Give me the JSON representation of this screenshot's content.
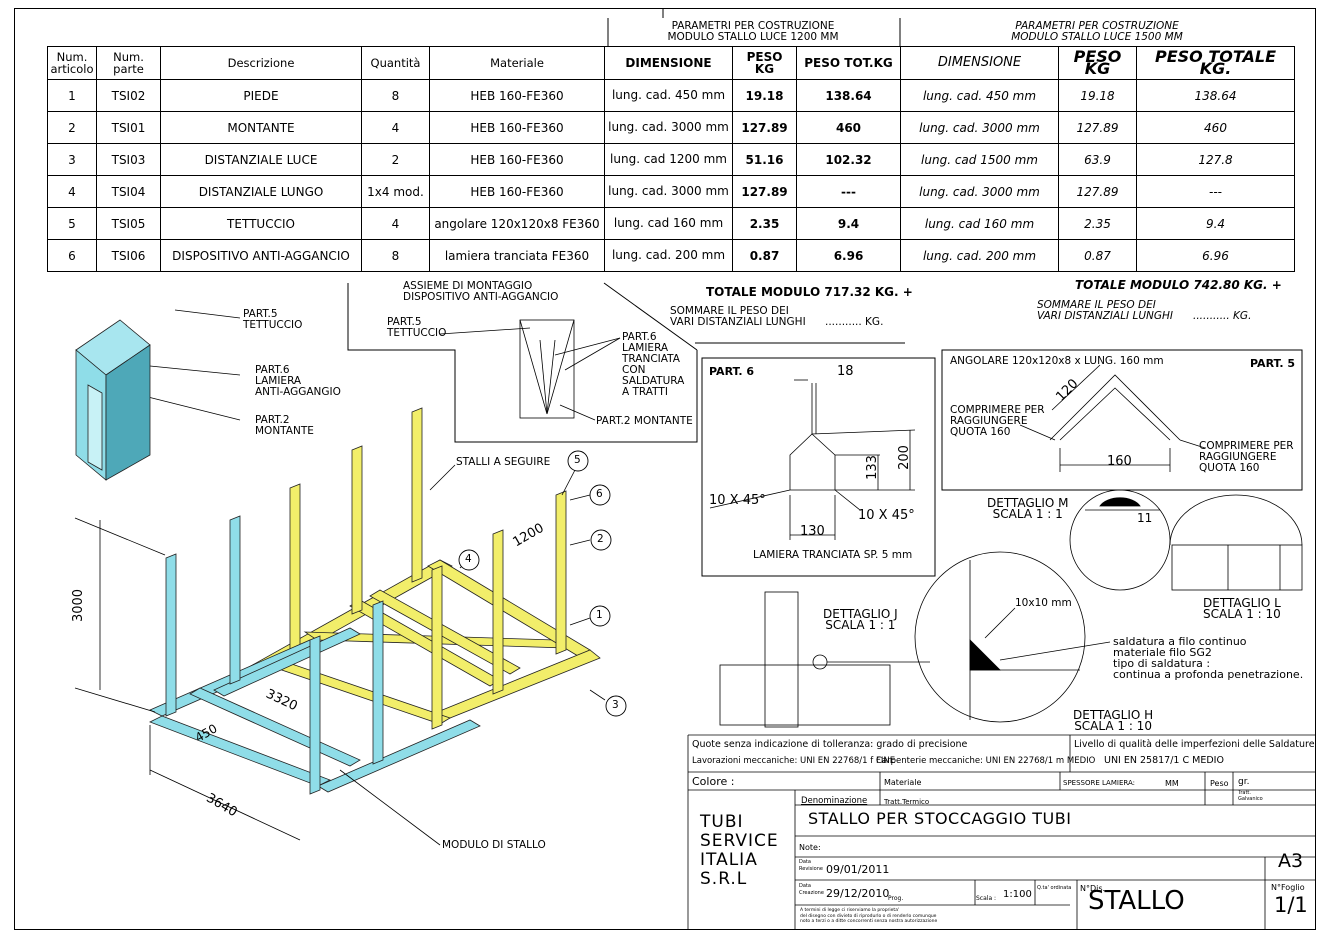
{
  "headers": {
    "left_line1": "PARAMETRI PER COSTRUZIONE",
    "left_line2": "MODULO STALLO LUCE 1200 MM",
    "right_line1": "PARAMETRI PER COSTRUZIONE",
    "right_line2": "MODULO STALLO LUCE 1500 MM"
  },
  "table": {
    "columns": [
      "Num. articolo",
      "Num. parte",
      "Descrizione",
      "Quantità",
      "Materiale",
      "DIMENSIONE",
      "PESO KG",
      "PESO TOT.KG",
      "DIMENSIONE",
      "PESO KG",
      "PESO TOTALE KG."
    ],
    "rows": [
      {
        "num": "1",
        "part": "TSI02",
        "desc": "PIEDE",
        "qty": "8",
        "mat": "HEB 160-FE360",
        "dim1": "lung. cad. 450 mm",
        "peso1": "19.18",
        "tot1": "138.64",
        "dim2": "lung. cad. 450 mm",
        "peso2": "19.18",
        "tot2": "138.64"
      },
      {
        "num": "2",
        "part": "TSI01",
        "desc": "MONTANTE",
        "qty": "4",
        "mat": "HEB 160-FE360",
        "dim1": "lung. cad. 3000 mm",
        "peso1": "127.89",
        "tot1": "460",
        "dim2": "lung. cad. 3000 mm",
        "peso2": "127.89",
        "tot2": "460"
      },
      {
        "num": "3",
        "part": "TSI03",
        "desc": "DISTANZIALE LUCE",
        "qty": "2",
        "mat": "HEB 160-FE360",
        "dim1": "lung. cad 1200 mm",
        "peso1": "51.16",
        "tot1": "102.32",
        "dim2": "lung. cad 1500 mm",
        "peso2": "63.9",
        "tot2": "127.8"
      },
      {
        "num": "4",
        "part": "TSI04",
        "desc": "DISTANZIALE LUNGO",
        "qty": "1x4 mod.",
        "mat": "HEB 160-FE360",
        "dim1": "lung. cad. 3000 mm",
        "peso1": "127.89",
        "tot1": "---",
        "dim2": "lung. cad. 3000 mm",
        "peso2": "127.89",
        "tot2": "---"
      },
      {
        "num": "5",
        "part": "TSI05",
        "desc": "TETTUCCIO",
        "qty": "4",
        "mat": "angolare 120x120x8 FE360",
        "dim1": "lung. cad 160 mm",
        "peso1": "2.35",
        "tot1": "9.4",
        "dim2": "lung. cad 160 mm",
        "peso2": "2.35",
        "tot2": "9.4"
      },
      {
        "num": "6",
        "part": "TSI06",
        "desc": "DISPOSITIVO ANTI-AGGANCIO",
        "qty": "8",
        "mat": "lamiera tranciata FE360",
        "dim1": "lung. cad. 200 mm",
        "peso1": "0.87",
        "tot1": "6.96",
        "dim2": "lung. cad. 200 mm",
        "peso2": "0.87",
        "tot2": "6.96"
      }
    ]
  },
  "totals": {
    "left_total": "TOTALE MODULO    717.32 KG. +",
    "left_note1": "SOMMARE IL PESO DEI",
    "left_note2": "VARI DISTANZIALI LUNGHI",
    "left_note_kg": "........... KG.",
    "right_total": "TOTALE MODULO    742.80 KG. +",
    "right_note1": "SOMMARE IL PESO DEI",
    "right_note2": "VARI DISTANZIALI LUNGHI",
    "right_note_kg": "........... KG."
  },
  "assembly": {
    "title1": "ASSIEME DI MONTAGGIO",
    "title2": "DISPOSITIVO ANTI-AGGANCIO",
    "part5": "PART.5",
    "part5b": "TETTUCCIO",
    "part6a": "PART.6",
    "part6b": "LAMIERA",
    "part6c": "TRANCIATA",
    "part6d": "CON",
    "part6e": "SALDATURA",
    "part6f": "A TRATTI",
    "part2": "PART.2 MONTANTE"
  },
  "iso_labels": {
    "p5a": "PART.5",
    "p5b": "TETTUCCIO",
    "p6a": "PART.6",
    "p6b": "LAMIERA",
    "p6c": "ANTI-AGGANGIO",
    "p2a": "PART.2",
    "p2b": "MONTANTE",
    "stalli": "STALLI A SEGUIRE",
    "modulo": "MODULO DI STALLO",
    "dim3000": "3000",
    "dim3320": "3320",
    "dim450": "450",
    "dim3640": "3640",
    "dim1200": "1200",
    "balloons": [
      "5",
      "6",
      "2",
      "1",
      "3",
      "4"
    ]
  },
  "part6": {
    "title": "PART. 6",
    "d18": "18",
    "d133": "133",
    "d200": "200",
    "d130": "130",
    "chamfer_l": "10 X 45°",
    "chamfer_r": "10 X 45°",
    "caption": "LAMIERA TRANCIATA SP. 5 mm"
  },
  "part5": {
    "title": "PART. 5",
    "header": "ANGOLARE 120x120x8 x LUNG. 160  mm",
    "d120": "120",
    "d160": "160",
    "left1": "COMPRIMERE PER",
    "left2": "RAGGIUNGERE",
    "left3": "QUOTA 160",
    "right1": "COMPRIMERE PER",
    "right2": "RAGGIUNGERE",
    "right3": "QUOTA 160"
  },
  "details": {
    "m1": "DETTAGLIO M",
    "m2": "SCALA 1 : 1",
    "m_dim": "11",
    "l1": "DETTAGLIO L",
    "l2": "SCALA 1 : 10",
    "j1": "DETTAGLIO J",
    "j2": "SCALA 1 : 1",
    "h1": "DETTAGLIO H",
    "h2": "SCALA 1 : 10",
    "weld_size": "10x10 mm",
    "weld1": "saldatura a filo continuo",
    "weld2": "materiale filo SG2",
    "weld3": "tipo di saldatura :",
    "weld4": "continua a profonda penetrazione."
  },
  "titleblock": {
    "tol": "Quote senza indicazione di tolleranza: grado di precisione",
    "lav": "Lavorazioni meccaniche:  UNI EN 22768/1 f FINE",
    "carp": "Carpenterie meccaniche:  UNI EN 22768/1 m MEDIO",
    "livello": "Livello di qualità delle imperfezioni delle Saldature",
    "uni": "UNI EN 25817/1 C MEDIO",
    "colore": "Colore :",
    "materiale": "Materiale",
    "spessore": "SPESSORE  LAMIERA:",
    "mm": "MM",
    "peso": "Peso",
    "gr": "gr.",
    "tratt": "Tratt.",
    "galv": "Galvanico",
    "company1": "TUBI",
    "company2": "SERVICE",
    "company3": "ITALIA",
    "company4": "S.R.L",
    "denominazione": "Denominazione",
    "tratt_termico": "Tratt.Termico",
    "title": "STALLO PER STOCCAGGIO TUBI",
    "note": "Note:",
    "data_rev_lbl": "Data",
    "revisione": "Revisione",
    "rev_date": "09/01/2011",
    "data_cre_lbl": "Data",
    "creazione": "Creazione",
    "cre_date": "29/12/2010",
    "prog": "Prog.",
    "scala_lbl": "Scala :",
    "scala": "1:100",
    "qta": "Q.ta' ordinata",
    "ndis": "N°Dis.",
    "dis": "STALLO",
    "format": "A3",
    "nfoglio": "N°Foglio",
    "foglio": "1/1",
    "legal1": "A termini di legge ci riserviamo la proprieta'",
    "legal2": "del disegno con divieto di riprodurlo o di renderlo comunque",
    "legal3": "noto a terzi o a ditte concorrenti senza nostra autorizzazione"
  },
  "colors": {
    "yellow": "#f2ee6a",
    "cyan": "#8fdde8",
    "cyan_dark": "#4ea8b8"
  }
}
